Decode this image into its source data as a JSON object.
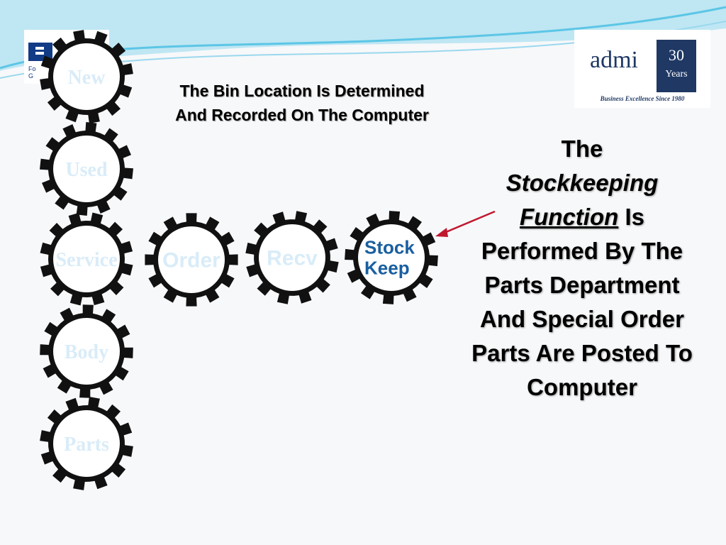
{
  "colors": {
    "gear_fill": "#111111",
    "gear_face": "#ffffff",
    "faded_label": "#d9ecf8",
    "active_label": "#1a5fa0",
    "arrow": "#c0182f",
    "wave": "#5cc6e6"
  },
  "logos": {
    "left_partial_text": "Fo\nG",
    "admi_word": "admi",
    "admi_number": "30",
    "admi_years": "Years",
    "admi_tagline": "Business Excellence Since 1980"
  },
  "gears": [
    {
      "id": "new",
      "label": "New",
      "state": "faded",
      "font": "serif"
    },
    {
      "id": "used",
      "label": "Used",
      "state": "faded",
      "font": "serif"
    },
    {
      "id": "service",
      "label": "Service",
      "state": "faded",
      "font": "serif"
    },
    {
      "id": "body",
      "label": "Body",
      "state": "faded",
      "font": "serif"
    },
    {
      "id": "parts",
      "label": "Parts",
      "state": "faded",
      "font": "serif"
    },
    {
      "id": "order",
      "label": "Order",
      "state": "faded",
      "font": "sans"
    },
    {
      "id": "recv",
      "label": "Recv",
      "state": "faded",
      "font": "sans"
    },
    {
      "id": "stockkeep",
      "label": "Stock\nKeep",
      "state": "active",
      "font": "sans"
    }
  ],
  "top_caption": "The Bin Location Is Determined And Recorded On The Computer",
  "side_text": {
    "line1": "The",
    "line2": "Stockkeeping",
    "line3_underlined": "Function",
    "line3_rest": " Is",
    "rest": "Performed By The Parts Department And Special Order Parts Are Posted To Computer"
  }
}
